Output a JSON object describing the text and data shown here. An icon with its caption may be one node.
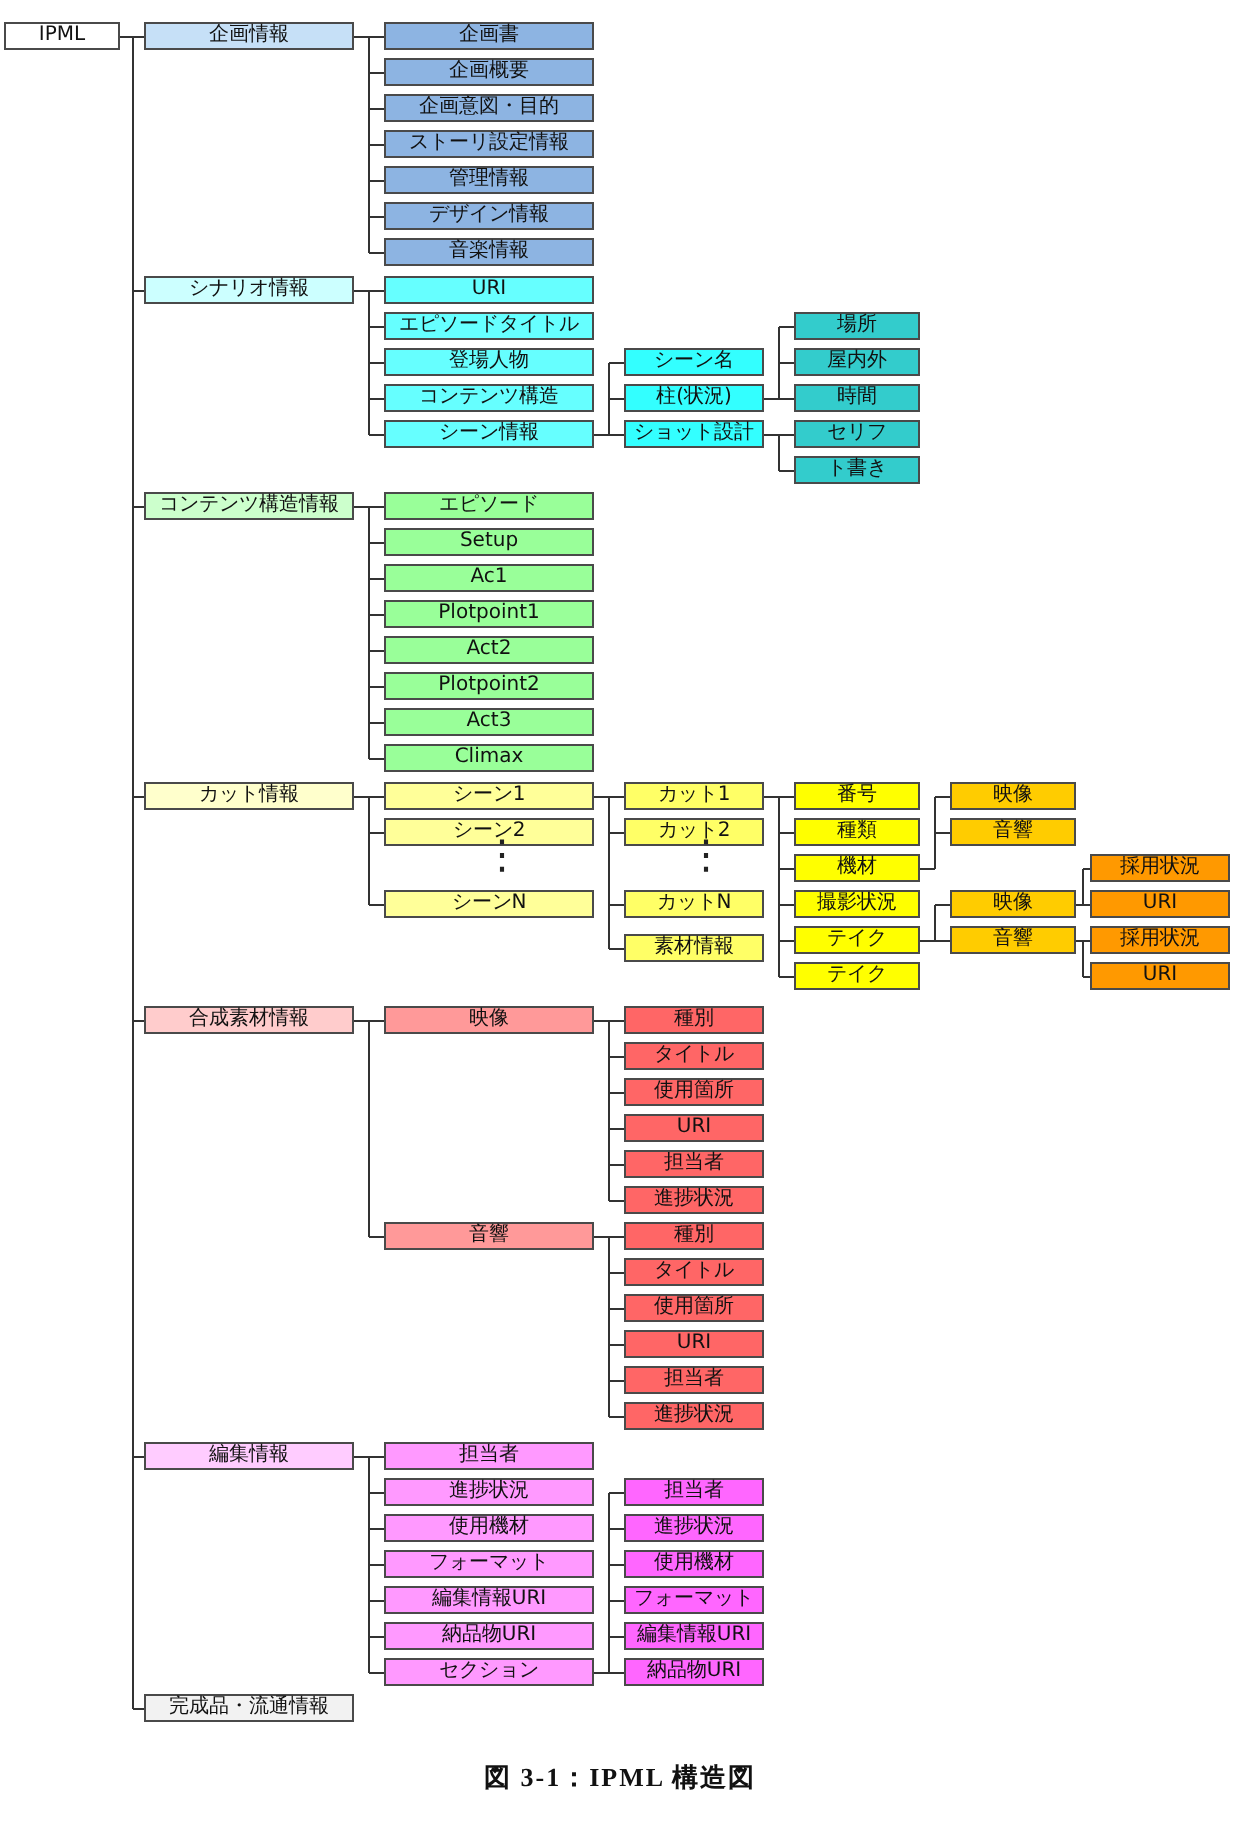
{
  "diagram": {
    "caption": "図 3-1：IPML 構造図",
    "nodes": [
      {
        "text": [
          "IPML"
        ]
      },
      {
        "text": [
          "企画情報"
        ]
      },
      {
        "text": [
          "企画書"
        ]
      },
      {
        "text": [
          "企画概要"
        ]
      },
      {
        "text": [
          "企画意図・目的"
        ]
      },
      {
        "text": [
          "ストーリ設定情報"
        ]
      },
      {
        "text": [
          "管理情報"
        ]
      },
      {
        "text": [
          "デザイン情報"
        ]
      },
      {
        "text": [
          "音楽情報"
        ]
      },
      {
        "text": [
          "シナリオ情報"
        ]
      },
      {
        "text": [
          "URI"
        ]
      },
      {
        "text": [
          "エピソードタイトル"
        ]
      },
      {
        "text": [
          "登場人物"
        ]
      },
      {
        "text": [
          "コンテンツ構造"
        ]
      },
      {
        "text": [
          "シーン情報"
        ]
      },
      {
        "text": [
          "シーン名"
        ]
      },
      {
        "text": [
          "柱(状況)"
        ]
      },
      {
        "text": [
          "場所"
        ]
      },
      {
        "text": [
          "屋内外"
        ]
      },
      {
        "text": [
          "時間"
        ]
      },
      {
        "text": [
          "ショット設計"
        ]
      },
      {
        "text": [
          "セリフ"
        ]
      },
      {
        "text": [
          "ト書き"
        ]
      },
      {
        "text": [
          "コンテンツ構造情報"
        ]
      },
      {
        "text": [
          "エピソード"
        ]
      },
      {
        "text": [
          "Setup"
        ]
      },
      {
        "text": [
          "Ac1"
        ]
      },
      {
        "text": [
          "Plotpoint1"
        ]
      },
      {
        "text": [
          "Act2"
        ]
      },
      {
        "text": [
          "Plotpoint2"
        ]
      },
      {
        "text": [
          "Act3"
        ]
      },
      {
        "text": [
          "Climax"
        ]
      },
      {
        "text": [
          "カット情報"
        ]
      },
      {
        "text": [
          "シーン1"
        ]
      },
      {
        "text": [
          "カット1"
        ]
      },
      {
        "text": [
          "番号"
        ]
      },
      {
        "text": [
          "種類"
        ]
      },
      {
        "text": [
          "機材"
        ]
      },
      {
        "text": [
          "映像"
        ]
      },
      {
        "text": [
          "音響"
        ]
      },
      {
        "text": [
          "撮影状況"
        ]
      },
      {
        "text": [
          "テイク"
        ]
      },
      {
        "text": [
          "映像"
        ]
      },
      {
        "text": [
          "採用状況"
        ]
      },
      {
        "text": [
          "URI"
        ]
      },
      {
        "text": [
          "音響"
        ]
      },
      {
        "text": [
          "採用状況"
        ]
      },
      {
        "text": [
          "URI"
        ]
      },
      {
        "text": [
          "テイク"
        ]
      },
      {
        "text": [
          "カット2"
        ]
      },
      {
        "text": [
          "カットN"
        ]
      },
      {
        "text": [
          "素材情報"
        ]
      },
      {
        "text": [
          "シーン2"
        ]
      },
      {
        "text": [
          "シーンN"
        ]
      },
      {
        "text": [
          "合成素材情報"
        ]
      },
      {
        "text": [
          "映像"
        ]
      },
      {
        "text": [
          "種別"
        ]
      },
      {
        "text": [
          "タイトル"
        ]
      },
      {
        "text": [
          "使用箇所"
        ]
      },
      {
        "text": [
          "URI"
        ]
      },
      {
        "text": [
          "担当者"
        ]
      },
      {
        "text": [
          "進捗状況"
        ]
      },
      {
        "text": [
          "音響"
        ]
      },
      {
        "text": [
          "種別"
        ]
      },
      {
        "text": [
          "タイトル"
        ]
      },
      {
        "text": [
          "使用箇所"
        ]
      },
      {
        "text": [
          "URI"
        ]
      },
      {
        "text": [
          "担当者"
        ]
      },
      {
        "text": [
          "進捗状況"
        ]
      },
      {
        "text": [
          "編集情報"
        ]
      },
      {
        "text": [
          "担当者"
        ]
      },
      {
        "text": [
          "進捗状況"
        ]
      },
      {
        "text": [
          "使用機材"
        ]
      },
      {
        "text": [
          "フォーマット"
        ]
      },
      {
        "text": [
          "編集情報URI"
        ]
      },
      {
        "text": [
          "納品物URI"
        ]
      },
      {
        "text": [
          "セクション"
        ]
      },
      {
        "text": [
          "担当者"
        ]
      },
      {
        "text": [
          "進捗状況"
        ]
      },
      {
        "text": [
          "使用機材"
        ]
      },
      {
        "text": [
          "フォーマット"
        ]
      },
      {
        "text": [
          "編集情報URI"
        ]
      },
      {
        "text": [
          "納品物URI"
        ]
      },
      {
        "text": [
          "完成品・流通情報"
        ]
      }
    ],
    "edges": [
      {
        "from": 0,
        "to": 1,
        "arrow": "none"
      },
      {
        "from": 0,
        "to": 9,
        "arrow": "none"
      },
      {
        "from": 0,
        "to": 23,
        "arrow": "none"
      },
      {
        "from": 0,
        "to": 32,
        "arrow": "none"
      },
      {
        "from": 0,
        "to": 54,
        "arrow": "none"
      },
      {
        "from": 0,
        "to": 69,
        "arrow": "none"
      },
      {
        "from": 0,
        "to": 83,
        "arrow": "none"
      },
      {
        "from": 1,
        "to": 2,
        "arrow": "none"
      },
      {
        "from": 1,
        "to": 3,
        "arrow": "none"
      },
      {
        "from": 1,
        "to": 4,
        "arrow": "none"
      },
      {
        "from": 1,
        "to": 5,
        "arrow": "none"
      },
      {
        "from": 1,
        "to": 6,
        "arrow": "none"
      },
      {
        "from": 1,
        "to": 7,
        "arrow": "none"
      },
      {
        "from": 1,
        "to": 8,
        "arrow": "none"
      },
      {
        "from": 9,
        "to": 10,
        "arrow": "none"
      },
      {
        "from": 9,
        "to": 11,
        "arrow": "none"
      },
      {
        "from": 9,
        "to": 12,
        "arrow": "none"
      },
      {
        "from": 9,
        "to": 13,
        "arrow": "none"
      },
      {
        "from": 9,
        "to": 14,
        "arrow": "none"
      },
      {
        "from": 14,
        "to": 15,
        "arrow": "none"
      },
      {
        "from": 14,
        "to": 16,
        "arrow": "none"
      },
      {
        "from": 14,
        "to": 20,
        "arrow": "none"
      },
      {
        "from": 16,
        "to": 17,
        "arrow": "none"
      },
      {
        "from": 16,
        "to": 18,
        "arrow": "none"
      },
      {
        "from": 16,
        "to": 19,
        "arrow": "none"
      },
      {
        "from": 20,
        "to": 21,
        "arrow": "none"
      },
      {
        "from": 20,
        "to": 22,
        "arrow": "none"
      },
      {
        "from": 23,
        "to": 24,
        "arrow": "none"
      },
      {
        "from": 23,
        "to": 25,
        "arrow": "none"
      },
      {
        "from": 23,
        "to": 26,
        "arrow": "none"
      },
      {
        "from": 23,
        "to": 27,
        "arrow": "none"
      },
      {
        "from": 23,
        "to": 28,
        "arrow": "none"
      },
      {
        "from": 23,
        "to": 29,
        "arrow": "none"
      },
      {
        "from": 23,
        "to": 30,
        "arrow": "none"
      },
      {
        "from": 23,
        "to": 31,
        "arrow": "none"
      },
      {
        "from": 32,
        "to": 33,
        "arrow": "none"
      },
      {
        "from": 32,
        "to": 52,
        "arrow": "none"
      },
      {
        "from": 32,
        "to": 53,
        "arrow": "none"
      },
      {
        "from": 33,
        "to": 34,
        "arrow": "none"
      },
      {
        "from": 33,
        "to": 49,
        "arrow": "none"
      },
      {
        "from": 33,
        "to": 50,
        "arrow": "none"
      },
      {
        "from": 33,
        "to": 51,
        "arrow": "none"
      },
      {
        "from": 34,
        "to": 35,
        "arrow": "none"
      },
      {
        "from": 34,
        "to": 36,
        "arrow": "none"
      },
      {
        "from": 34,
        "to": 37,
        "arrow": "none"
      },
      {
        "from": 34,
        "to": 40,
        "arrow": "none"
      },
      {
        "from": 34,
        "to": 41,
        "arrow": "none"
      },
      {
        "from": 34,
        "to": 48,
        "arrow": "none"
      },
      {
        "from": 37,
        "to": 38,
        "arrow": "none"
      },
      {
        "from": 37,
        "to": 39,
        "arrow": "none"
      },
      {
        "from": 41,
        "to": 42,
        "arrow": "none"
      },
      {
        "from": 41,
        "to": 45,
        "arrow": "none"
      },
      {
        "from": 42,
        "to": 43,
        "arrow": "none"
      },
      {
        "from": 42,
        "to": 44,
        "arrow": "none"
      },
      {
        "from": 45,
        "to": 46,
        "arrow": "none"
      },
      {
        "from": 45,
        "to": 47,
        "arrow": "none"
      },
      {
        "from": 54,
        "to": 55,
        "arrow": "none"
      },
      {
        "from": 54,
        "to": 62,
        "arrow": "none"
      },
      {
        "from": 55,
        "to": 56,
        "arrow": "none"
      },
      {
        "from": 55,
        "to": 57,
        "arrow": "none"
      },
      {
        "from": 55,
        "to": 58,
        "arrow": "none"
      },
      {
        "from": 55,
        "to": 59,
        "arrow": "none"
      },
      {
        "from": 55,
        "to": 60,
        "arrow": "none"
      },
      {
        "from": 55,
        "to": 61,
        "arrow": "none"
      },
      {
        "from": 62,
        "to": 63,
        "arrow": "none"
      },
      {
        "from": 62,
        "to": 64,
        "arrow": "none"
      },
      {
        "from": 62,
        "to": 65,
        "arrow": "none"
      },
      {
        "from": 62,
        "to": 66,
        "arrow": "none"
      },
      {
        "from": 62,
        "to": 67,
        "arrow": "none"
      },
      {
        "from": 62,
        "to": 68,
        "arrow": "none"
      },
      {
        "from": 69,
        "to": 70,
        "arrow": "none"
      },
      {
        "from": 69,
        "to": 71,
        "arrow": "none"
      },
      {
        "from": 69,
        "to": 72,
        "arrow": "none"
      },
      {
        "from": 69,
        "to": 73,
        "arrow": "none"
      },
      {
        "from": 69,
        "to": 74,
        "arrow": "none"
      },
      {
        "from": 69,
        "to": 75,
        "arrow": "none"
      },
      {
        "from": 69,
        "to": 76,
        "arrow": "none"
      },
      {
        "from": 76,
        "to": 77,
        "arrow": "none"
      },
      {
        "from": 76,
        "to": 78,
        "arrow": "none"
      },
      {
        "from": 76,
        "to": 79,
        "arrow": "none"
      },
      {
        "from": 76,
        "to": 80,
        "arrow": "none"
      },
      {
        "from": 76,
        "to": 81,
        "arrow": "none"
      },
      {
        "from": 76,
        "to": 82,
        "arrow": "none"
      }
    ],
    "labels": [
      "⋮",
      "⋮"
    ]
  }
}
